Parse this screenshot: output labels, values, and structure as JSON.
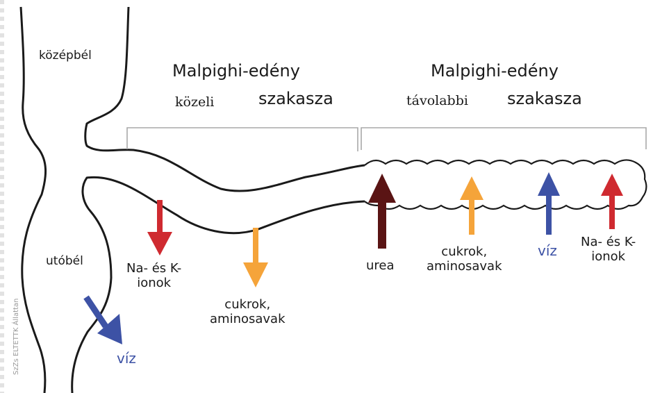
{
  "labels": {
    "middle_gut": "középbél",
    "hind_gut": "utóbél",
    "proximal_title": "Malpighi-edény",
    "proximal_qualifier": "közeli",
    "proximal_suffix": "szakasza",
    "distal_title": "Malpighi-edény",
    "distal_qualifier": "távolabbi",
    "distal_suffix": "szakasza"
  },
  "substances": {
    "proximal_ions": [
      "Na- és K-",
      "ionok"
    ],
    "proximal_sugars": [
      "cukrok,",
      "aminosavak"
    ],
    "urea": "urea",
    "distal_sugars": [
      "cukrok,",
      "aminosavak"
    ],
    "distal_water": "víz",
    "distal_ions": [
      "Na- és K-",
      "ionok"
    ],
    "hindgut_water": "víz"
  },
  "credit": "SzZs ELTETTK Állattan",
  "colors": {
    "outline": "#1a1a1a",
    "bracket": "#a8a8a8",
    "red": "#cf2a30",
    "orange": "#f5a43a",
    "dark_red": "#5a1414",
    "blue": "#3d52a5"
  }
}
